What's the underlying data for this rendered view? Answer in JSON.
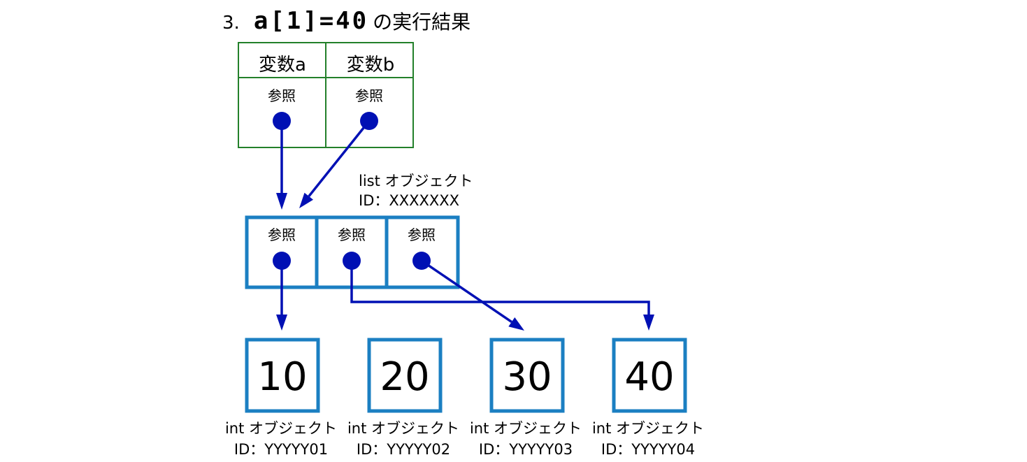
{
  "title": {
    "number": "3.",
    "code": "a[1]=40",
    "suffix": "の実行結果"
  },
  "variables": [
    {
      "name": "変数a",
      "cell": "参照"
    },
    {
      "name": "変数b",
      "cell": "参照"
    }
  ],
  "list_object": {
    "type_label": "list オブジェクト",
    "id_label": "ID：XXXXXXX",
    "cells": [
      "参照",
      "参照",
      "参照"
    ]
  },
  "int_objects": [
    {
      "value": "10",
      "type_label": "int オブジェクト",
      "id_label": "ID：YYYYY01"
    },
    {
      "value": "20",
      "type_label": "int オブジェクト",
      "id_label": "ID：YYYYY02"
    },
    {
      "value": "30",
      "type_label": "int オブジェクト",
      "id_label": "ID：YYYYY03"
    },
    {
      "value": "40",
      "type_label": "int オブジェクト",
      "id_label": "ID：YYYYY04"
    }
  ],
  "colors": {
    "variable_border": "#23802a",
    "object_border": "#1b7fc2",
    "reference": "#0010b4"
  }
}
